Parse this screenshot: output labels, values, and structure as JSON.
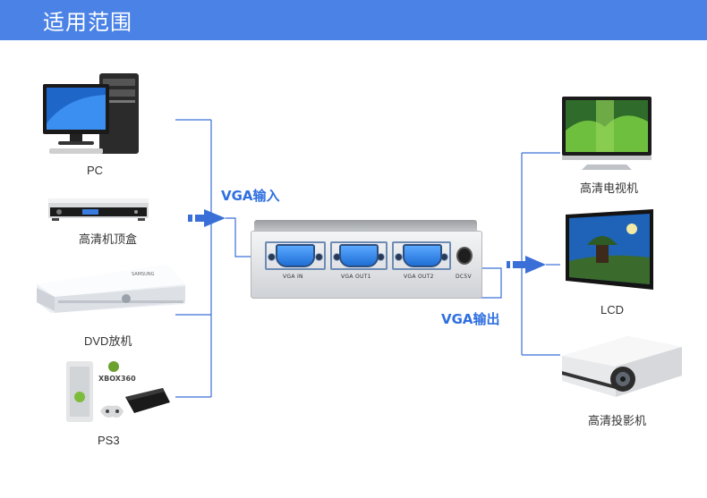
{
  "header": {
    "title": "适用范围"
  },
  "sources": [
    {
      "label": "PC"
    },
    {
      "label": "高清机顶盒"
    },
    {
      "label": "DVD放机"
    },
    {
      "label": "PS3"
    }
  ],
  "outputs": [
    {
      "label": "高清电视机"
    },
    {
      "label": "LCD"
    },
    {
      "label": "高清投影机"
    }
  ],
  "input_label": "VGA输入",
  "output_label": "VGA输出",
  "device": {
    "ports": [
      "VGA IN",
      "VGA OUT1",
      "VGA OUT2",
      "DC5V"
    ]
  },
  "printed_text": {
    "xbox_logo": "XBOX360",
    "brand_mark": "SAMSUNG"
  },
  "colors": {
    "header_bg": "#4a82e6",
    "wire": "#3b6fd8",
    "label_blue": "#2f6fe0",
    "vga_blue": "#1f6fd6"
  }
}
